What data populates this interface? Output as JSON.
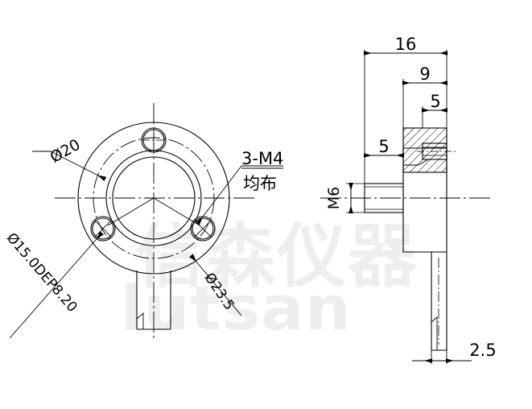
{
  "drawing": {
    "title": "Mechanical part engineering drawing",
    "line_color": "#000000",
    "watermark_color": "#eeeeee",
    "background": "#ffffff"
  },
  "watermark": {
    "chinese": "信森仪器",
    "latin": "lutsan"
  },
  "front_view": {
    "name": "front-view",
    "labels": {
      "bore_diameter": "Ø20",
      "bolt_circle_note": "Ø15.0DEP8.20",
      "hole_note_line1": "3-M4",
      "hole_note_line2": "均布",
      "outer_diameter": "Ø23.5"
    }
  },
  "side_view": {
    "name": "side-view",
    "dimensions": {
      "overall_width": "16",
      "step_9": "9",
      "step_5_upper": "5",
      "step_5_left": "5",
      "thread": "M6",
      "tab_thickness": "2.5"
    }
  }
}
